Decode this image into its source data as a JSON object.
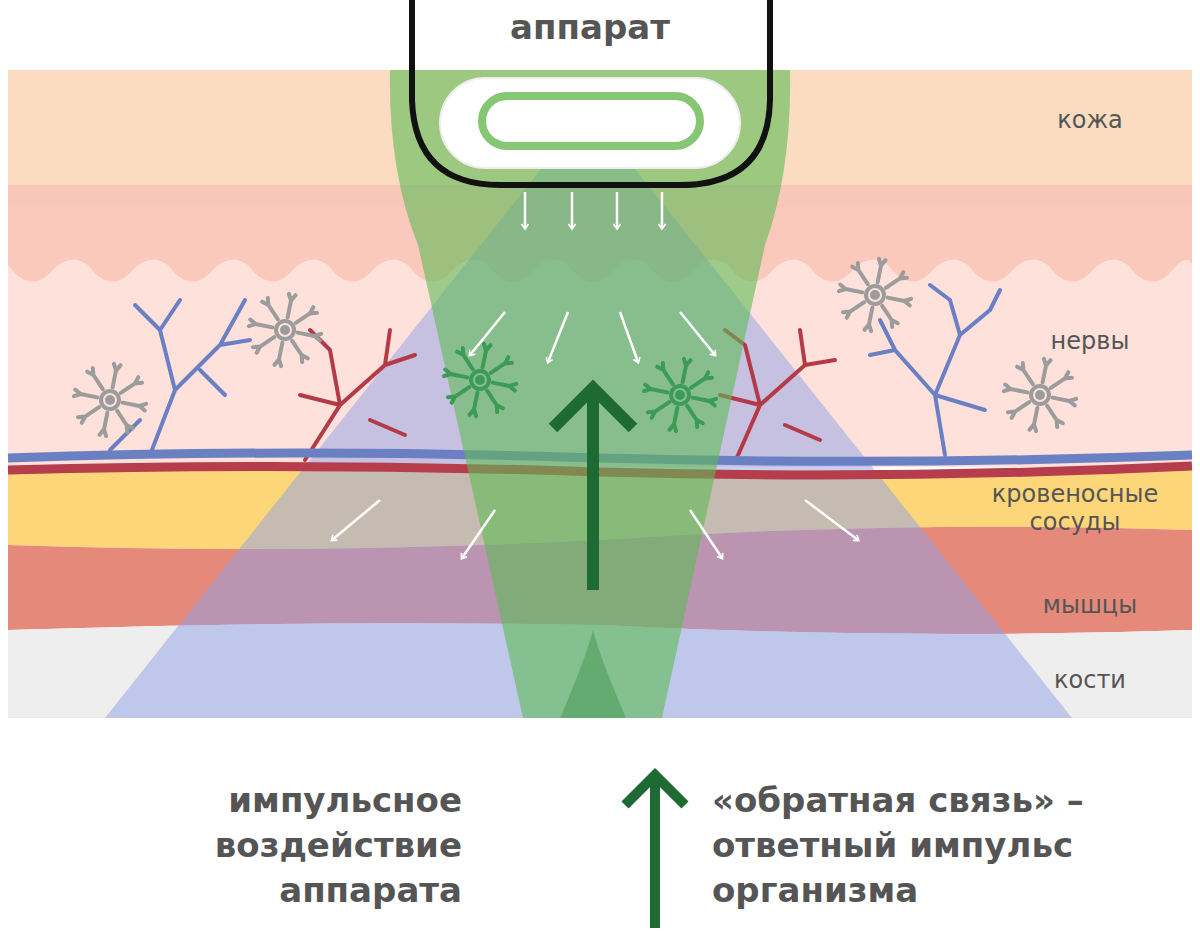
{
  "diagram": {
    "nodes": [
      {
        "text": [
          "аппарат"
        ]
      },
      {
        "text": [
          "кожа"
        ]
      },
      {
        "text": [
          "нервы"
        ]
      },
      {
        "text": [
          "кровеносные сосуды"
        ]
      },
      {
        "text": [
          "мышцы"
        ]
      },
      {
        "text": [
          "кости"
        ]
      }
    ],
    "labels": [
      "импульсное воздействие аппарата",
      "«обратная связь» – ответный импульс организма"
    ]
  }
}
